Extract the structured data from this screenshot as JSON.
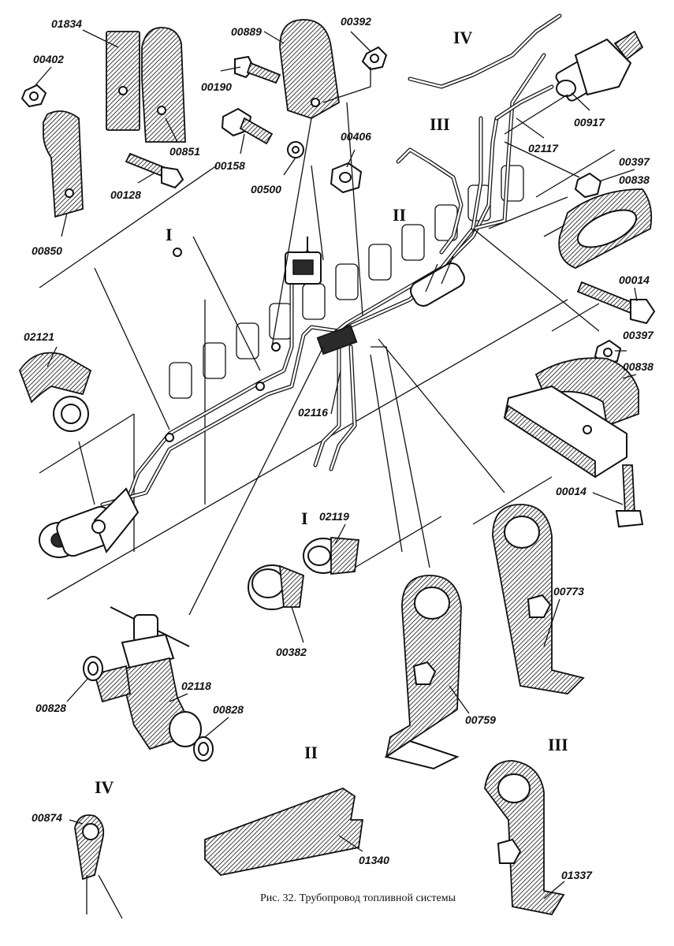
{
  "caption": "Рис. 32. Трубопровод топливной системы",
  "labels": {
    "l01834": "01834",
    "l00402": "00402",
    "l00851": "00851",
    "l00128": "00128",
    "l00850": "00850",
    "l00889": "00889",
    "l00392": "00392",
    "l00190": "00190",
    "l00158": "00158",
    "l00500": "00500",
    "l00406": "00406",
    "l00917": "00917",
    "l02117": "02117",
    "l00397a": "00397",
    "l00838a": "00838",
    "l00014a": "00014",
    "l00397b": "00397",
    "l00838b": "00838",
    "l00014b": "00014",
    "l02121": "02121",
    "l02116": "02116",
    "l02119": "02119",
    "l00382": "00382",
    "l00773": "00773",
    "l00759": "00759",
    "l00828a": "00828",
    "l02118": "02118",
    "l00828b": "00828",
    "l01340": "01340",
    "l00874": "00874",
    "l01337": "01337"
  },
  "roman": {
    "r1a": "I",
    "r2a": "II",
    "r3a": "III",
    "r4a": "IV",
    "r1b": "I",
    "r2b": "II",
    "r3b": "III",
    "r4b": "IV"
  }
}
